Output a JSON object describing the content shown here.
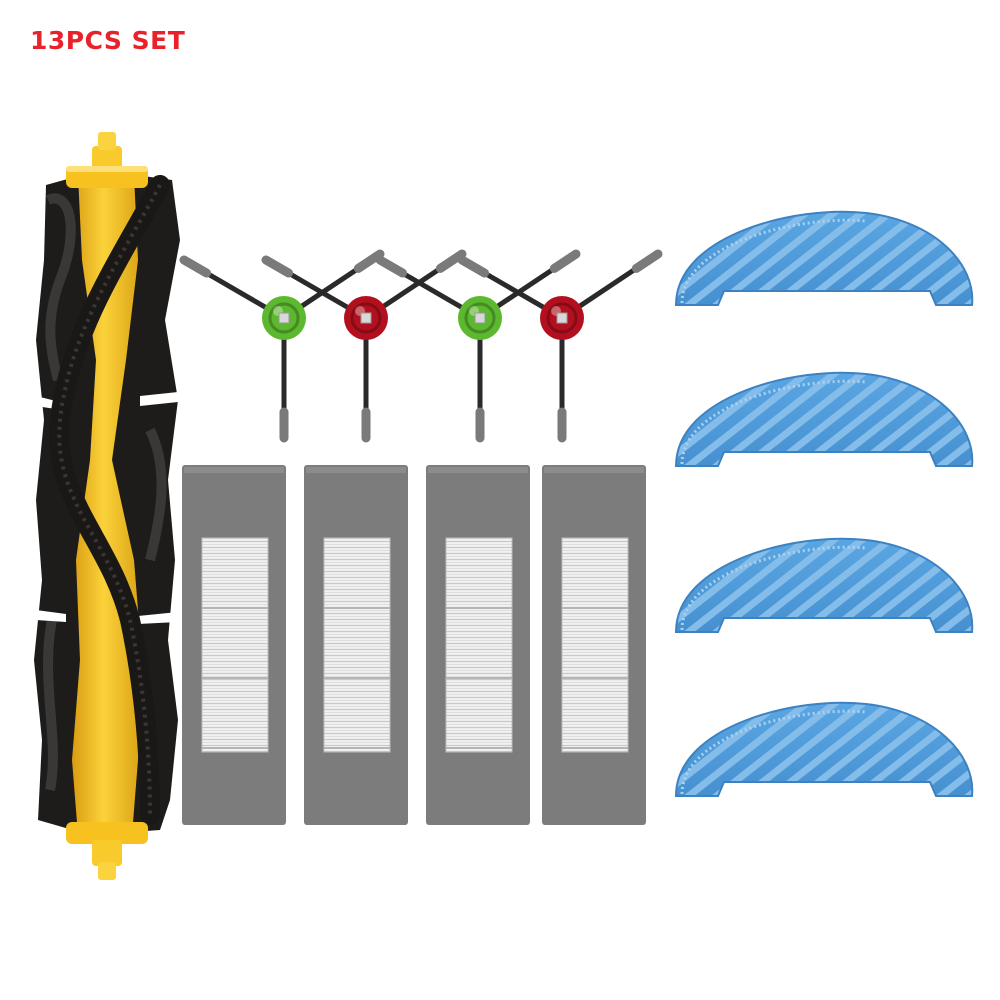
{
  "header": {
    "title": "13PCS SET"
  },
  "colors": {
    "title_red": "#e8222a",
    "roller_yellow": "#f7c21f",
    "roller_black": "#1e1c1b",
    "hub_green": "#5cb82e",
    "hub_red": "#b2101e",
    "filter_gray": "#7c7c7c",
    "mop_blue": "#4e9ad8"
  },
  "product": {
    "main_brush_count": 1,
    "side_brush_count": 4,
    "side_brush_hub_colors": [
      "green",
      "red",
      "green",
      "red"
    ],
    "filter_count": 4,
    "mop_pad_count": 4
  },
  "icons": {
    "main_brush": "main-roller-brush-icon",
    "side_brush": "side-brush-icon",
    "filter": "hepa-filter-icon",
    "mop": "mop-pad-icon"
  }
}
